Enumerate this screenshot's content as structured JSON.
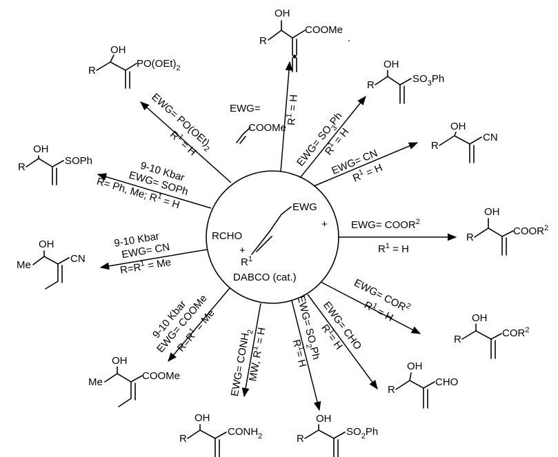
{
  "center": {
    "rcho": "RCHO",
    "plus_left": "+",
    "plus_right": "+",
    "ewg": "EWG",
    "r1": "R",
    "r1_sup": "1",
    "catalyst": "DABCO (cat.)"
  },
  "reagents": {
    "acrylate_ewg": "EWG=",
    "acrylate_group": "COOMe"
  },
  "conditions": {
    "po": {
      "ewg_line": "EWG= PO(OEt)",
      "ewg_sub": "2",
      "r1_line": "R",
      "r1_tail": " = H"
    },
    "allene": {
      "r1_line": "R",
      "r1_tail": " = H"
    },
    "so3ph": {
      "ewg_line": "EWG= SO",
      "ewg_sub": "3",
      "ewg_tail": "Ph",
      "r1_line": "R",
      "r1_tail": " = H"
    },
    "cn_top": {
      "ewg_line": "EWG= CN",
      "r1_line": "R",
      "r1_tail": " = H"
    },
    "cooR2": {
      "ewg_line": "EWG= COOR",
      "ewg_sup": "2",
      "r1_line": "R",
      "r1_tail": " = H"
    },
    "coR2": {
      "ewg_line": "EWG= COR",
      "ewg_sup": "2",
      "r1_line": "R",
      "r1_tail": " = H"
    },
    "cho": {
      "ewg_line": "EWG= CHO",
      "r1_line": "R",
      "r1_tail": "= H"
    },
    "so2ph": {
      "ewg_line": "EWG= SO",
      "ewg_sub": "2",
      "ewg_tail": "Ph",
      "r1_line": "R",
      "r1_tail": "= H"
    },
    "conh2": {
      "ewg_line": "EWG= CONH",
      "ewg_sub": "2",
      "r1_line": "MW, R",
      "r1_tail": " = H"
    },
    "coome_me": {
      "pressure": "9-10 Kbar",
      "ewg_line": "EWG= COOMe",
      "r1_line": "R=R",
      "r1_tail": " = Me"
    },
    "cn_me": {
      "pressure": "9-10 Kbar",
      "ewg_line": "EWG= CN",
      "r1_line": "R=R",
      "r1_tail": " = Me"
    },
    "soph": {
      "pressure": "9-10 Kbar",
      "ewg_line": "EWG= SOPh",
      "r1_line": "R= Ph, Me; R",
      "r1_tail": " = H"
    }
  },
  "products": {
    "po": {
      "oh": "OH",
      "r": "R",
      "group": "PO(OEt)",
      "group_sub": "2"
    },
    "allene": {
      "oh": "OH",
      "r": "R",
      "group": "COOMe",
      "dot": "."
    },
    "so3ph": {
      "oh": "OH",
      "r": "R",
      "group": "SO",
      "group_sub": "3",
      "group_tail": "Ph"
    },
    "cn_top": {
      "oh": "OH",
      "r": "R",
      "group": "CN"
    },
    "cooR2": {
      "oh": "OH",
      "r": "R",
      "group": "COOR",
      "group_sup": "2"
    },
    "coR2": {
      "oh": "OH",
      "r": "R",
      "group": "COR",
      "group_sup": "2"
    },
    "cho": {
      "oh": "OH",
      "r": "R",
      "group": "CHO"
    },
    "so2ph": {
      "oh": "OH",
      "r": "R",
      "group": "SO",
      "group_sub": "2",
      "group_tail": "Ph"
    },
    "conh2": {
      "oh": "OH",
      "r": "R",
      "group": "CONH",
      "group_sub": "2"
    },
    "coome_me": {
      "oh": "OH",
      "r": "Me",
      "group": "COOMe"
    },
    "cn_me": {
      "oh": "OH",
      "r": "Me",
      "group": "CN"
    },
    "soph": {
      "oh": "OH",
      "r": "R",
      "group": "SOPh"
    }
  },
  "r1_sup": "1"
}
